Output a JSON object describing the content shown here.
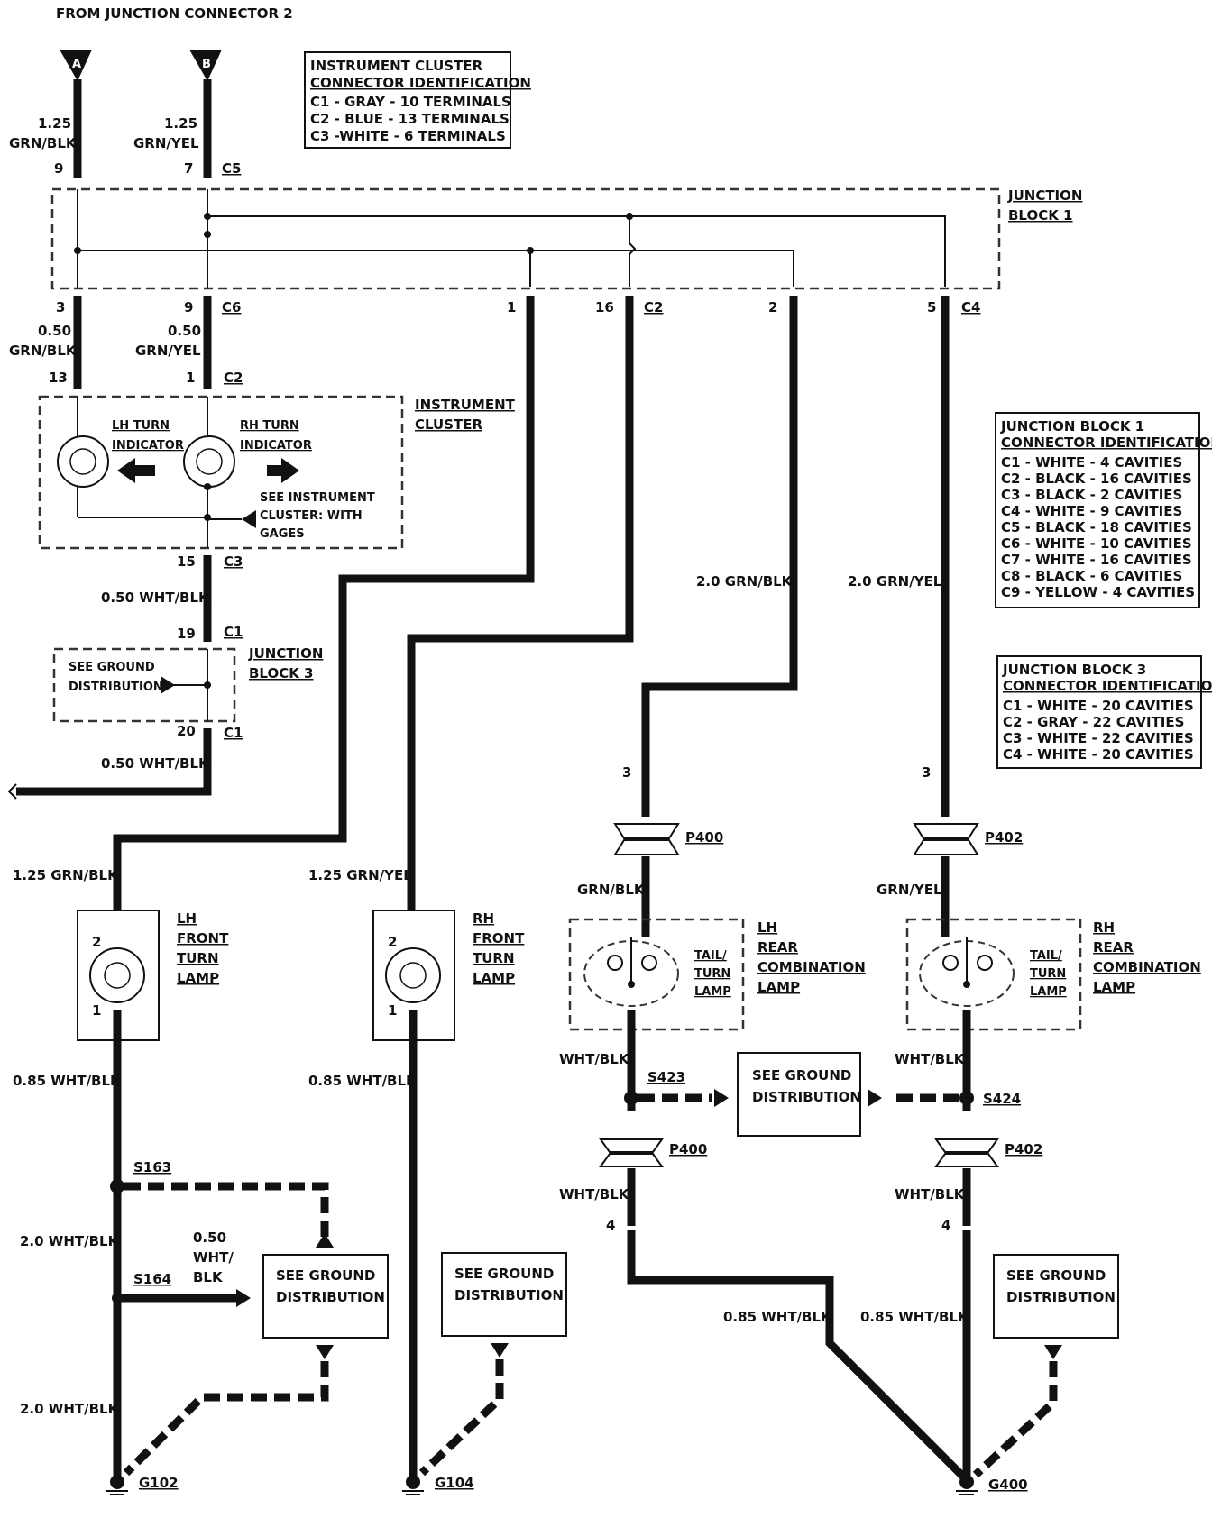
{
  "header": {
    "title": "FROM JUNCTION CONNECTOR 2"
  },
  "connectors": {
    "a": "A",
    "b": "B"
  },
  "wires": {
    "a_top": {
      "gauge": "1.25",
      "color": "GRN/BLK"
    },
    "b_top": {
      "gauge": "1.25",
      "color": "GRN/YEL"
    },
    "a_mid": {
      "gauge": "0.50",
      "color": "GRN/BLK"
    },
    "b_mid": {
      "gauge": "0.50",
      "color": "GRN/YEL"
    },
    "ic_out": "0.50 WHT/BLK",
    "jb3_out": "0.50 WHT/BLK",
    "lh_front_in": "1.25 GRN/BLK",
    "rh_front_in": "1.25 GRN/YEL",
    "c2_2": "2.0 GRN/BLK",
    "c4_5": "2.0 GRN/YEL",
    "lh_rear_in": "GRN/BLK",
    "rh_rear_in": "GRN/YEL",
    "lh_front_out": "0.85 WHT/BLK",
    "rh_front_out": "0.85 WHT/BLK",
    "lh_rear_out": "WHT/BLK",
    "rh_rear_out": "WHT/BLK",
    "lh_rear_out2": "WHT/BLK",
    "rh_rear_out2": "WHT/BLK",
    "lh_ground_upper": "2.0 WHT/BLK",
    "lh_ground_lower": "2.0 WHT/BLK",
    "s164_a": "0.50",
    "s164_b": "WHT/",
    "s164_c": "BLK",
    "lh_rear_final": "0.85 WHT/BLK",
    "rh_rear_final": "0.85 WHT/BLK"
  },
  "pins": {
    "c5_9": "9",
    "c5_7": "7",
    "c5": "C5",
    "c6_3": "3",
    "c6_9": "9",
    "c6": "C6",
    "c2_1": "1",
    "c2_16": "16",
    "c2": "C2",
    "c4_2": "2",
    "c4_5": "5",
    "c4": "C4",
    "ic_c2_13": "13",
    "ic_c2_1": "1",
    "ic_c2": "C2",
    "ic_c3_15": "15",
    "ic_c3": "C3",
    "jb3_c1_19": "19",
    "jb3_c1_top": "C1",
    "jb3_c1_20": "20",
    "jb3_c1_bot": "C1",
    "lh_rear_3": "3",
    "rh_rear_3": "3",
    "lh_rear_4": "4",
    "rh_rear_4": "4",
    "lh_front_2": "2",
    "lh_front_1": "1",
    "rh_front_2": "2",
    "rh_front_1": "1"
  },
  "instrument_cluster_id": {
    "title1": "INSTRUMENT CLUSTER",
    "title2": "CONNECTOR IDENTIFICATION",
    "rows": [
      "C1 - GRAY - 10 TERMINALS",
      "C2 - BLUE - 13 TERMINALS",
      "C3 -WHITE - 6 TERMINALS"
    ]
  },
  "junction_block1_id": {
    "title1": "JUNCTION BLOCK 1",
    "title2": "CONNECTOR IDENTIFICATION",
    "rows": [
      "C1 - WHITE - 4 CAVITIES",
      "C2 - BLACK - 16 CAVITIES",
      "C3 - BLACK - 2 CAVITIES",
      "C4 - WHITE - 9 CAVITIES",
      "C5 - BLACK - 18 CAVITIES",
      "C6 - WHITE - 10 CAVITIES",
      "C7 - WHITE - 16 CAVITIES",
      "C8 - BLACK - 6 CAVITIES",
      "C9 - YELLOW - 4 CAVITIES"
    ]
  },
  "junction_block3_id": {
    "title1": "JUNCTION BLOCK 3",
    "title2": "CONNECTOR IDENTIFICATION",
    "rows": [
      "C1 - WHITE - 20 CAVITIES",
      "C2 - GRAY - 22 CAVITIES",
      "C3 - WHITE - 22 CAVITIES",
      "C4 - WHITE - 20 CAVITIES"
    ]
  },
  "components": {
    "jb1_l1": "JUNCTION",
    "jb1_l2": "BLOCK 1",
    "ic_l1": "INSTRUMENT",
    "ic_l2": "CLUSTER",
    "lh_turn_l1": "LH TURN",
    "lh_turn_l2": "INDICATOR",
    "rh_turn_l1": "RH TURN",
    "rh_turn_l2": "INDICATOR",
    "see_ic_l1": "SEE INSTRUMENT",
    "see_ic_l2": "CLUSTER: WITH",
    "see_ic_l3": "GAGES",
    "jb3_l1": "JUNCTION",
    "jb3_l2": "BLOCK 3",
    "gd_small_l1": "SEE GROUND",
    "gd_small_l2": "DISTRIBUTION",
    "lh_front": [
      "LH",
      "FRONT",
      "TURN",
      "LAMP"
    ],
    "rh_front": [
      "RH",
      "FRONT",
      "TURN",
      "LAMP"
    ],
    "lh_rear": [
      "LH",
      "REAR",
      "COMBINATION",
      "LAMP"
    ],
    "rh_rear": [
      "RH",
      "REAR",
      "COMBINATION",
      "LAMP"
    ],
    "tail_turn_lh": [
      "TAIL/",
      "TURN",
      "LAMP"
    ],
    "tail_turn_rh": [
      "TAIL/",
      "TURN",
      "LAMP"
    ]
  },
  "splices": {
    "s423": "S423",
    "s424": "S424",
    "s163": "S163",
    "s164": "S164"
  },
  "inline": {
    "p400a": "P400",
    "p402a": "P402",
    "p400b": "P400",
    "p402b": "P402"
  },
  "ground_boxes": {
    "center_l1": "SEE GROUND",
    "center_l2": "DISTRIBUTION",
    "lh_l1": "SEE GROUND",
    "lh_l2": "DISTRIBUTION",
    "mid_l1": "SEE GROUND",
    "mid_l2": "DISTRIBUTION",
    "right_l1": "SEE GROUND",
    "right_l2": "DISTRIBUTION"
  },
  "grounds": {
    "g102": "G102",
    "g104": "G104",
    "g400": "G400"
  }
}
